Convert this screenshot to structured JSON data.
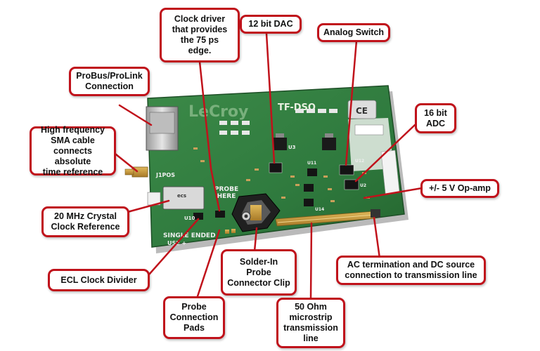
{
  "board": {
    "brand": "LeCroy",
    "model": "TF-DSQ",
    "probe_here": "PROBE\nHERE",
    "single_ended": "SINGLE ENDED",
    "use_plus": "USE +",
    "j1pos": "J1POS",
    "u10": "U10",
    "u3": "U3",
    "u11": "U11",
    "u12": "U12",
    "u14": "U14",
    "u2": "U2",
    "ce": "CE",
    "crystal_brand": "ecs"
  },
  "colors": {
    "accent": "#c0121b",
    "pcb": "#2f7a3e",
    "pcb_dark": "#1f5a2c",
    "gold": "#c89a3c"
  },
  "callouts": [
    {
      "id": "clock-driver",
      "text": "Clock driver\nthat provides\nthe 75 ps\nedge."
    },
    {
      "id": "dac",
      "text": "12 bit DAC"
    },
    {
      "id": "analog-switch",
      "text": "Analog Switch"
    },
    {
      "id": "probus",
      "text": "ProBus/ProLink\nConnection"
    },
    {
      "id": "sma",
      "text": "High frequency\nSMA cable\nconnects absolute\ntime reference"
    },
    {
      "id": "adc",
      "text": "16 bit\nADC"
    },
    {
      "id": "opamp",
      "text": "+/- 5 V Op-amp"
    },
    {
      "id": "crystal",
      "text": "20 MHz Crystal\nClock Reference"
    },
    {
      "id": "ecl",
      "text": "ECL Clock Divider"
    },
    {
      "id": "solder",
      "text": "Solder-In\nProbe\nConnector Clip"
    },
    {
      "id": "ac-term",
      "text": "AC termination and DC source\nconnection to transmission line"
    },
    {
      "id": "pads",
      "text": "Probe\nConnection\nPads"
    },
    {
      "id": "microstrip",
      "text": "50 Ohm\nmicrostrip\ntransmission\nline"
    }
  ]
}
